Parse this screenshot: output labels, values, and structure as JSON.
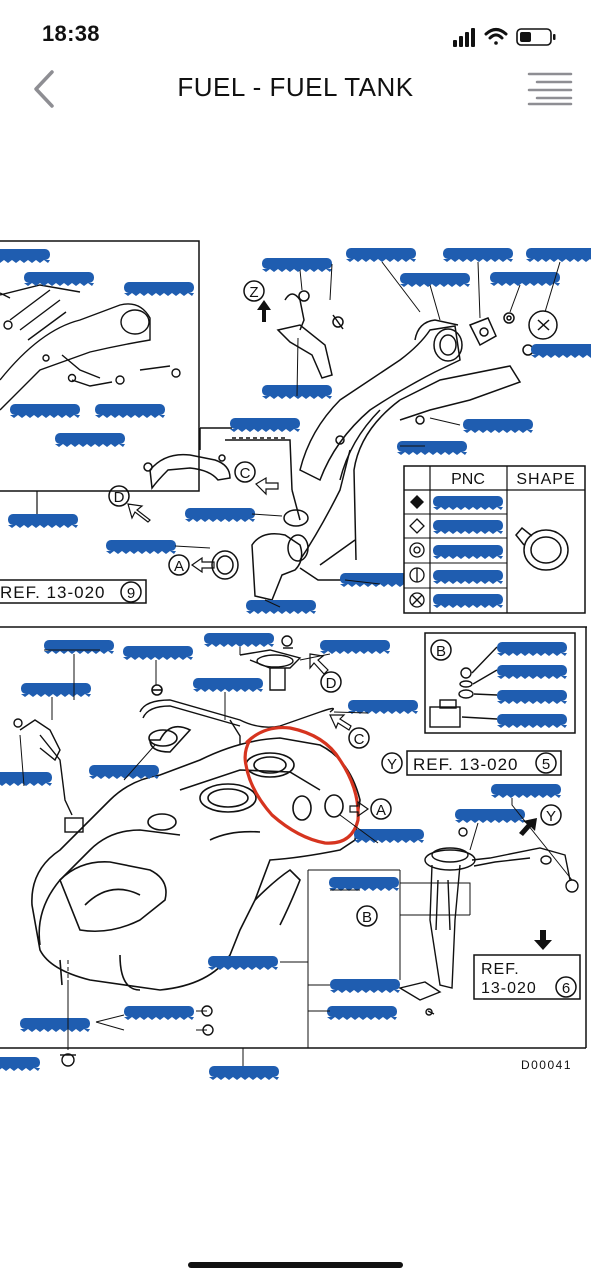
{
  "status_bar": {
    "time": "18:38"
  },
  "nav": {
    "title": "FUEL - FUEL TANK"
  },
  "diagram": {
    "code": "D00041",
    "ref_9": "REF. 13-020",
    "ref_9_num": "9",
    "ref_5": "REF. 13-020",
    "ref_5_num": "5",
    "ref_6_a": "REF.",
    "ref_6_b": "13-020",
    "ref_6_num": "6",
    "table": {
      "col_pnc": "PNC",
      "col_shape": "SHAPE"
    },
    "letters": {
      "a": "A",
      "b": "B",
      "c": "C",
      "d": "D",
      "y": "Y",
      "z": "Z"
    }
  }
}
